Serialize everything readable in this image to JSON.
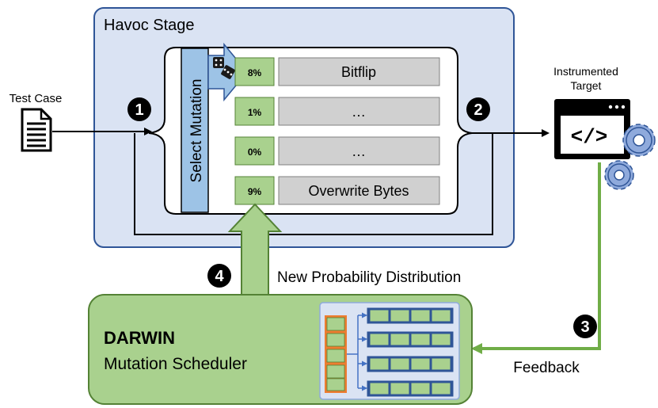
{
  "havoc": {
    "title": "Havoc Stage",
    "select_label": "Select Mutation",
    "mutations": [
      {
        "percent": "8%",
        "name": "Bitflip"
      },
      {
        "percent": "1%",
        "name": "…"
      },
      {
        "percent": "0%",
        "name": "…"
      },
      {
        "percent": "9%",
        "name": "Overwrite Bytes"
      }
    ]
  },
  "test_case": {
    "label": "Test Case"
  },
  "target": {
    "line1": "Instrumented",
    "line2": "Target",
    "code_glyph": "</>"
  },
  "steps": [
    "1",
    "2",
    "3",
    "4"
  ],
  "new_distribution": {
    "label": "New Probability Distribution"
  },
  "feedback": {
    "label": "Feedback"
  },
  "scheduler": {
    "title": "DARWIN",
    "subtitle": "Mutation Scheduler"
  },
  "colors": {
    "havoc_fill": "#dae3f3",
    "havoc_stroke": "#2f5597",
    "select_fill": "#9dc3e6",
    "percent_fill": "#a9d18e",
    "percent_stroke": "#548235",
    "mutation_fill": "#d0d0d0",
    "scheduler_fill": "#a9d18e",
    "scheduler_stroke": "#548235",
    "feedback_line": "#70ad47",
    "cell_orange": "#ed7d31",
    "cell_green": "#a9d18e"
  },
  "icons": [
    "document-icon",
    "dice-icon",
    "code-window-icon",
    "gear-icon",
    "neural-network-icon"
  ]
}
